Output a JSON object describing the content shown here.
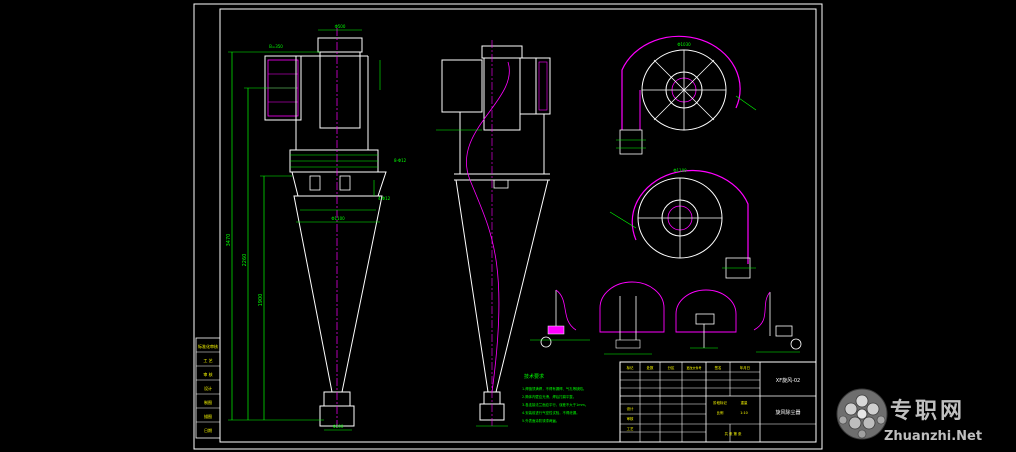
{
  "drawing": {
    "title": "XF旋风-02",
    "subtitle": "旋风除尘器",
    "notes_heading": "技术要求",
    "notes": [
      "1.焊缝须满焊，不得有漏焊、气孔等缺陷。",
      "2.筒体内壁应光滑，焊后打磨平整。",
      "3.各连接法兰面应平行，误差不大于1mm。",
      "4.安装前进行气密性试验，不得泄漏。",
      "5.外表面涂防锈漆两遍。"
    ],
    "dimensions": {
      "total_height": "3470",
      "cone_height": "2260",
      "inner_height": "1900",
      "outlet_width": "Φ500",
      "body_dia": "Φ1100",
      "bottom_dia": "Φ200",
      "inlet_size": "B=350",
      "flange": "8-Φ12",
      "plate": "4-Φ12",
      "top_view_dim": "Φ1030",
      "top_view_dim2": "Φ1100"
    }
  },
  "side_table": {
    "rows": [
      "标准化审核",
      "工 艺",
      "审 核",
      "设计",
      "制图",
      "描图",
      "日期"
    ]
  },
  "title_block": {
    "row_labels": [
      "标记",
      "处数",
      "分区",
      "更改文件号",
      "签名",
      "年月日"
    ],
    "design_labels": [
      "设计",
      "审核",
      "工艺"
    ],
    "stage_label": "阶段标记",
    "weight_label": "重量",
    "scale_label": "比例",
    "scale_value": "1:10",
    "sheet_label": "共 张 第 张",
    "drawing_no": "XF旋风-02",
    "part_name": "旋风除尘器"
  },
  "watermark": {
    "cn_text": "专职网",
    "en_text": "Zhuanzhi.Net"
  },
  "colors": {
    "frame": "#ffffff",
    "part": "#ffffff",
    "dim": "#00ff00",
    "center": "#ff00ff",
    "hatch": "#ff00ff",
    "detail": "#ffff00",
    "label": "#ff4040",
    "tb_text": "#ffff00"
  }
}
